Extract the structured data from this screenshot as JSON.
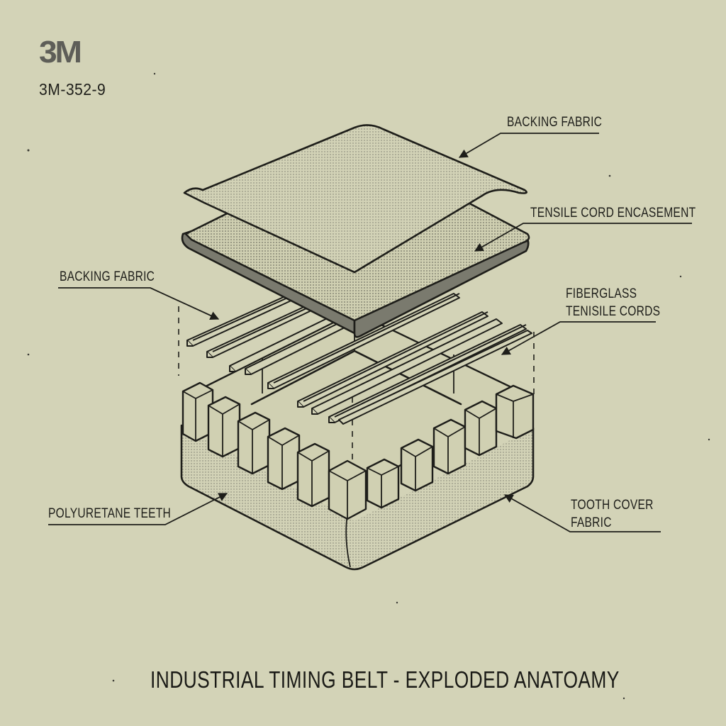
{
  "header": {
    "brand_logo": "3M",
    "part_number": "3M-352-9"
  },
  "diagram": {
    "title": "INDUSTRIAL TIMING BELT - EXPLODED ANATOAMY",
    "callouts": [
      {
        "id": "backing-fabric-top",
        "text": "BACKING FABRIC",
        "side": "right"
      },
      {
        "id": "tensile-cord-encasement",
        "text": "TENSILE CORD ENCASEMENT",
        "side": "right"
      },
      {
        "id": "backing-fabric-left",
        "text": "BACKING FABRIC",
        "side": "left"
      },
      {
        "id": "fiberglass-tensile-cords",
        "text": "FIBERGLASS\nTENISILE CORDS",
        "line1": "FIBERGLASS",
        "line2": "TENISILE CORDS",
        "side": "right"
      },
      {
        "id": "polyurethane-teeth",
        "text": "POLYURETANE TEETH",
        "side": "left"
      },
      {
        "id": "tooth-cover-fabric",
        "text": "TOOTH COVER\nFABRIC",
        "line1": "TOOTH COVER",
        "line2": "FABRIC",
        "side": "right"
      }
    ],
    "layers": [
      "backing fabric sheet",
      "tensile cord encasement slab",
      "fiberglass tensile cords",
      "polyurethane tooth block"
    ]
  },
  "colors": {
    "background": "#d3d3b7",
    "ink": "#1e1e1a",
    "shade": "#7a7a6e",
    "logo": "#5e5e58"
  }
}
